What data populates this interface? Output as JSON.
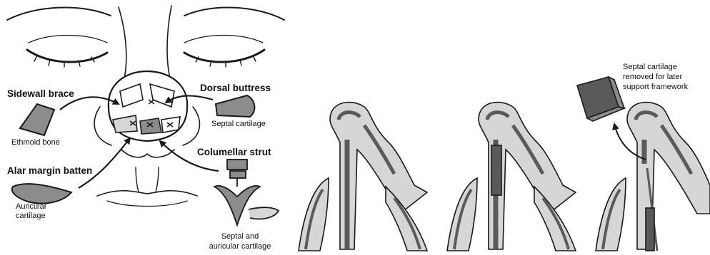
{
  "labels": {
    "sidewall_brace": "Sidewall brace",
    "ethmoid_bone": "Ethmoid bone",
    "dorsal_buttress": "Dorsal buttress",
    "septal_cartilage": "Septal cartilage",
    "columellar_strut": "Columellar strut",
    "alar_margin_batten": "Alar margin batten",
    "auricular_cartilage_line1": "Auricular",
    "auricular_cartilage_line2": "cartilage",
    "septal_auricular_line1": "Septal and",
    "septal_auricular_line2": "auricular cartilage",
    "septal_removed_line1": "Septal cartilage",
    "septal_removed_line2": "removed for later",
    "septal_removed_line3": "support framework"
  },
  "colors": {
    "line": "#1a1a1a",
    "graft_fill": "#8c8c8c",
    "graft_dark": "#5a5a5a",
    "tissue_fill": "#d6d6d6",
    "background": "#ffffff"
  }
}
